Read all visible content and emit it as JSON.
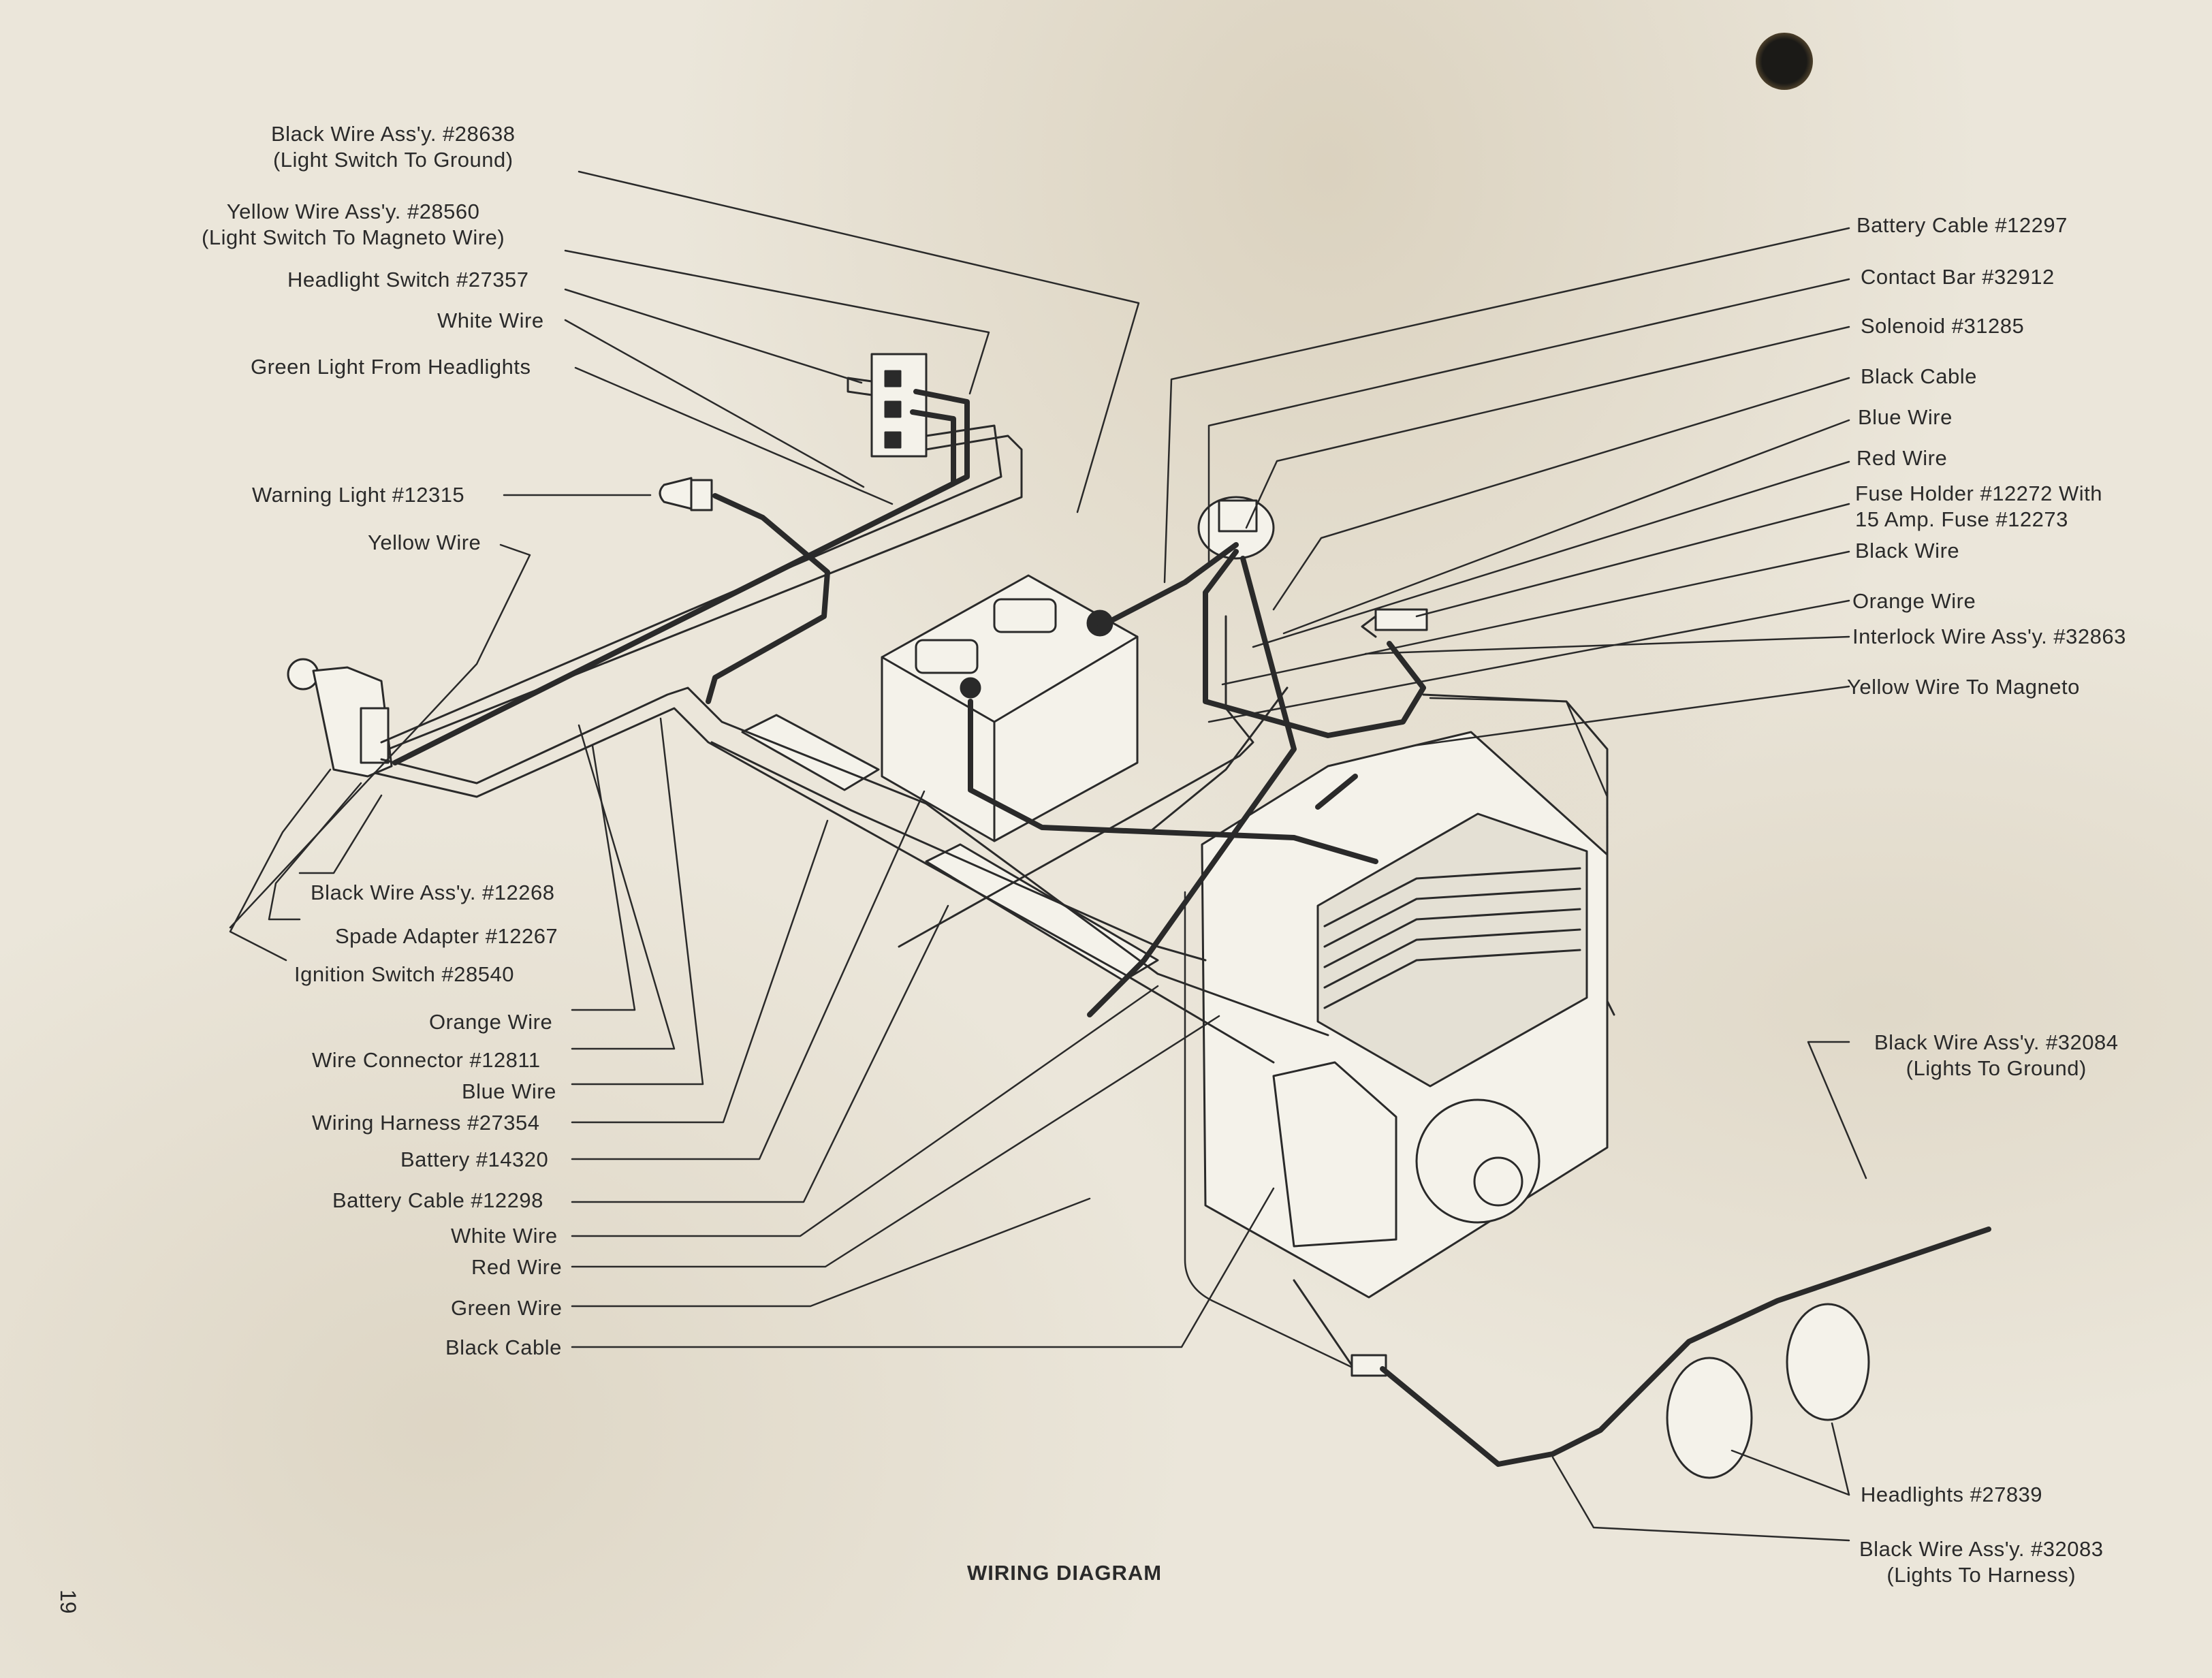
{
  "title": "WIRING DIAGRAM",
  "page_number": "19",
  "left_labels": {
    "black_wire_28638": [
      "Black Wire Ass'y. #28638",
      "(Light Switch To Ground)"
    ],
    "yellow_wire_28560": [
      "Yellow Wire Ass'y. #28560",
      "(Light Switch To Magneto Wire)"
    ],
    "headlight_switch": "Headlight Switch #27357",
    "white_wire_top": "White Wire",
    "green_light": "Green Light From Headlights",
    "warning_light": "Warning Light #12315",
    "yellow_wire": "Yellow Wire",
    "black_wire_12268": "Black Wire Ass'y. #12268",
    "spade_adapter": "Spade Adapter #12267",
    "ignition_switch": "Ignition Switch #28540",
    "orange_wire": "Orange Wire",
    "wire_connector": "Wire Connector #12811",
    "blue_wire": "Blue Wire",
    "wiring_harness": "Wiring Harness #27354",
    "battery": "Battery #14320",
    "battery_cable_12298": "Battery Cable #12298",
    "white_wire": "White Wire",
    "red_wire": "Red Wire",
    "green_wire": "Green Wire",
    "black_cable": "Black Cable"
  },
  "right_labels": {
    "battery_cable_12297": "Battery Cable #12297",
    "contact_bar": "Contact Bar #32912",
    "solenoid": "Solenoid #31285",
    "black_cable": "Black Cable",
    "blue_wire": "Blue Wire",
    "red_wire": "Red Wire",
    "fuse_holder": [
      "Fuse Holder #12272 With",
      "15 Amp. Fuse #12273"
    ],
    "black_wire": "Black Wire",
    "orange_wire": "Orange Wire",
    "interlock_wire": "Interlock Wire Ass'y. #32863",
    "yellow_wire_magneto": "Yellow Wire To Magneto",
    "black_wire_32084": [
      "Black Wire Ass'y. #32084",
      "(Lights To Ground)"
    ],
    "headlights": "Headlights #27839",
    "black_wire_32083": [
      "Black Wire Ass'y. #32083",
      "(Lights To Harness)"
    ]
  },
  "colors": {
    "ink": "#2a2a2a",
    "paper": "#ebe6da",
    "component_fill": "#f4f2ea"
  }
}
